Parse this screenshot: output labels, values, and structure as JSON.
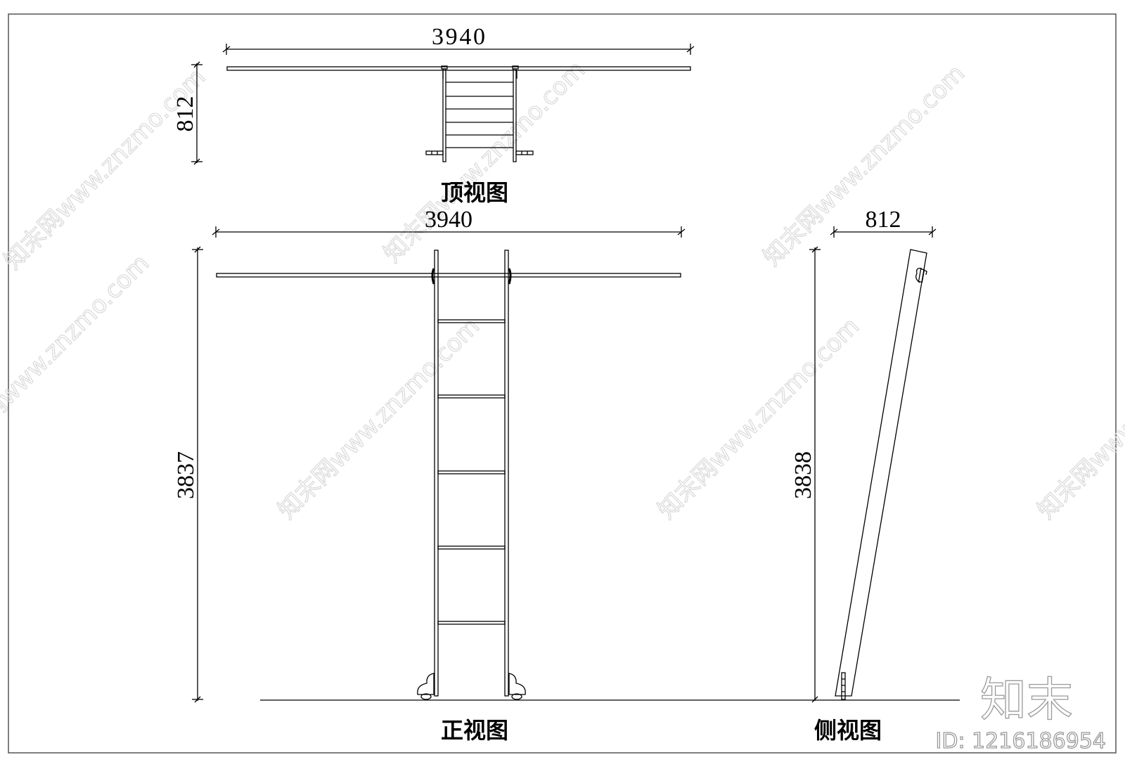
{
  "drawing": {
    "views": {
      "top": {
        "title": "顶视图",
        "width_dim": "3940",
        "depth_dim": "812"
      },
      "front": {
        "title": "正视图",
        "width_dim": "3940",
        "height_dim": "3837"
      },
      "side": {
        "title": "侧视图",
        "depth_dim": "812",
        "height_dim": "3838"
      }
    },
    "watermark": {
      "diagonal_text": "知末网www.znzmo.com",
      "brand": "知末",
      "id_label": "ID: 1216186954"
    },
    "colors": {
      "line": "#000000",
      "frame": "#555555",
      "watermark": "#d9d9d9",
      "brand": "#9a9a9a"
    }
  }
}
